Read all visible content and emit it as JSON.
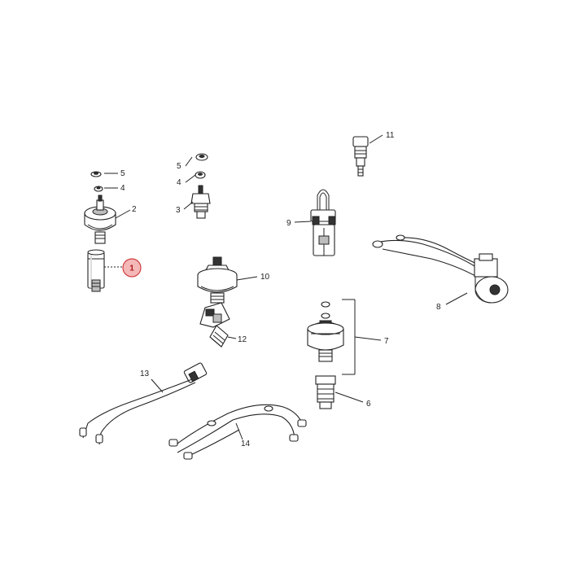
{
  "diagram": {
    "callouts": [
      {
        "id": "1",
        "label": "1",
        "highlighted": true
      },
      {
        "id": "2",
        "label": "2"
      },
      {
        "id": "3",
        "label": "3"
      },
      {
        "id": "4a",
        "label": "4"
      },
      {
        "id": "4b",
        "label": "4"
      },
      {
        "id": "5a",
        "label": "5"
      },
      {
        "id": "5b",
        "label": "5"
      },
      {
        "id": "6",
        "label": "6"
      },
      {
        "id": "7",
        "label": "7"
      },
      {
        "id": "8",
        "label": "8"
      },
      {
        "id": "9",
        "label": "9"
      },
      {
        "id": "10",
        "label": "10"
      },
      {
        "id": "11",
        "label": "11"
      },
      {
        "id": "12",
        "label": "12"
      },
      {
        "id": "13",
        "label": "13"
      },
      {
        "id": "14",
        "label": "14"
      }
    ],
    "colors": {
      "line": "#222222",
      "highlight_fill": "#f4b8b8",
      "highlight_stroke": "#d04040",
      "highlight_text": "#b01818"
    }
  }
}
